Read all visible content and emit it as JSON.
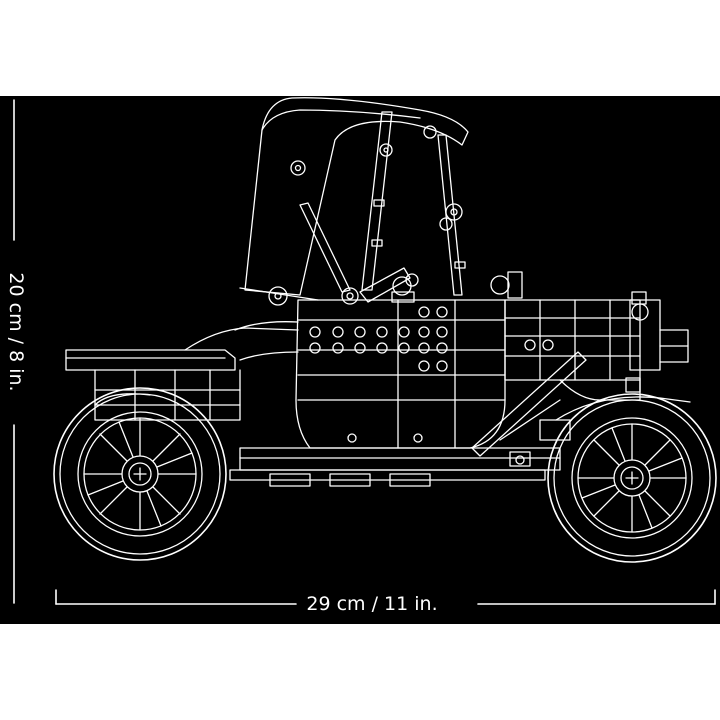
{
  "dimensions": {
    "height_label": "20 cm / 8 in.",
    "width_label": "29 cm / 11 in."
  },
  "colors": {
    "background": "#000000",
    "line": "#ffffff",
    "page": "#ffffff"
  },
  "subject": "brick-built vintage car line drawing"
}
